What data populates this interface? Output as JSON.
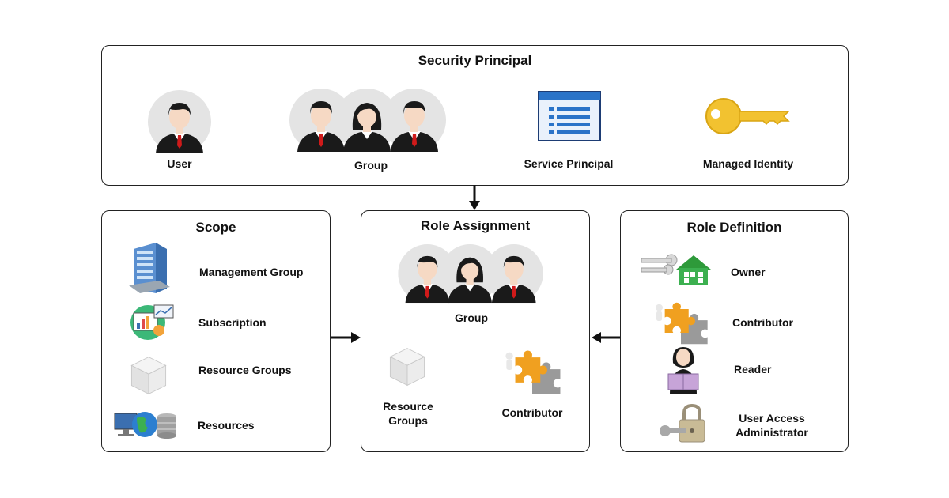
{
  "security_principal": {
    "title": "Security Principal",
    "items": [
      {
        "label": "User",
        "icon": "user-icon"
      },
      {
        "label": "Group",
        "icon": "group-icon"
      },
      {
        "label": "Service Principal",
        "icon": "service-principal-icon"
      },
      {
        "label": "Managed Identity",
        "icon": "key-icon"
      }
    ]
  },
  "scope": {
    "title": "Scope",
    "items": [
      {
        "label": "Management Group",
        "icon": "building-icon"
      },
      {
        "label": "Subscription",
        "icon": "dashboard-icon"
      },
      {
        "label": "Resource Groups",
        "icon": "cube-icon"
      },
      {
        "label": "Resources",
        "icon": "globe-database-icon"
      }
    ]
  },
  "role_assignment": {
    "title": "Role Assignment",
    "group_label": "Group",
    "resource_groups_line1": "Resource",
    "resource_groups_line2": "Groups",
    "contributor_label": "Contributor"
  },
  "role_definition": {
    "title": "Role Definition",
    "items": [
      {
        "label": "Owner",
        "icon": "house-keys-icon"
      },
      {
        "label": "Contributor",
        "icon": "puzzle-icon"
      },
      {
        "label": "Reader",
        "icon": "reader-icon"
      },
      {
        "label_line1": "User Access",
        "label_line2": "Administrator",
        "icon": "padlock-key-icon"
      }
    ]
  },
  "colors": {
    "border": "#222222",
    "suit": "#1a1a1a",
    "tie": "#d01a1a",
    "skin": "#f6d9c4",
    "key_gold": "#f2c230",
    "puzzle_orange": "#f0a020"
  }
}
